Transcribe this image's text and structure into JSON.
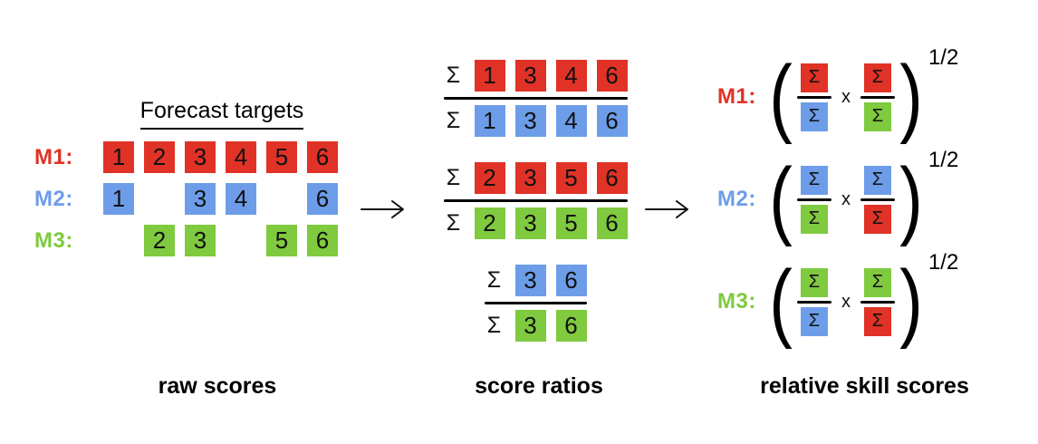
{
  "colors": {
    "red": "#e03226",
    "blue": "#6d9de9",
    "green": "#7fca3e"
  },
  "left": {
    "heading": "Forecast targets",
    "caption": "raw scores",
    "rows": [
      {
        "label": "M1:",
        "color": "red",
        "cells": [
          "1",
          "2",
          "3",
          "4",
          "5",
          "6"
        ]
      },
      {
        "label": "M2:",
        "color": "blue",
        "cells": [
          "1",
          "",
          "3",
          "4",
          "",
          "6"
        ]
      },
      {
        "label": "M3:",
        "color": "green",
        "cells": [
          "",
          "2",
          "3",
          "",
          "5",
          "6"
        ]
      }
    ]
  },
  "arrows": [
    {
      "icon": "right-arrow"
    },
    {
      "icon": "right-arrow"
    }
  ],
  "middle": {
    "caption": "score ratios",
    "sigma": "Σ",
    "ratios": [
      {
        "num": {
          "color": "red",
          "values": [
            "1",
            "3",
            "4",
            "6"
          ]
        },
        "den": {
          "color": "blue",
          "values": [
            "1",
            "3",
            "4",
            "6"
          ]
        }
      },
      {
        "num": {
          "color": "red",
          "values": [
            "2",
            "3",
            "5",
            "6"
          ]
        },
        "den": {
          "color": "green",
          "values": [
            "2",
            "3",
            "5",
            "6"
          ]
        }
      },
      {
        "num": {
          "color": "blue",
          "values": [
            "3",
            "6"
          ]
        },
        "den": {
          "color": "green",
          "values": [
            "3",
            "6"
          ]
        }
      }
    ]
  },
  "right": {
    "caption": "relative skill scores",
    "sigma": "Σ",
    "times": "x",
    "open_paren": "(",
    "close_paren": ")",
    "exponent": "1/2",
    "rows": [
      {
        "label": "M1:",
        "color": "red",
        "fractions": [
          {
            "num": "red",
            "den": "blue"
          },
          {
            "num": "red",
            "den": "green"
          }
        ]
      },
      {
        "label": "M2:",
        "color": "blue",
        "fractions": [
          {
            "num": "blue",
            "den": "green"
          },
          {
            "num": "blue",
            "den": "red"
          }
        ]
      },
      {
        "label": "M3:",
        "color": "green",
        "fractions": [
          {
            "num": "green",
            "den": "blue"
          },
          {
            "num": "green",
            "den": "red"
          }
        ]
      }
    ]
  }
}
